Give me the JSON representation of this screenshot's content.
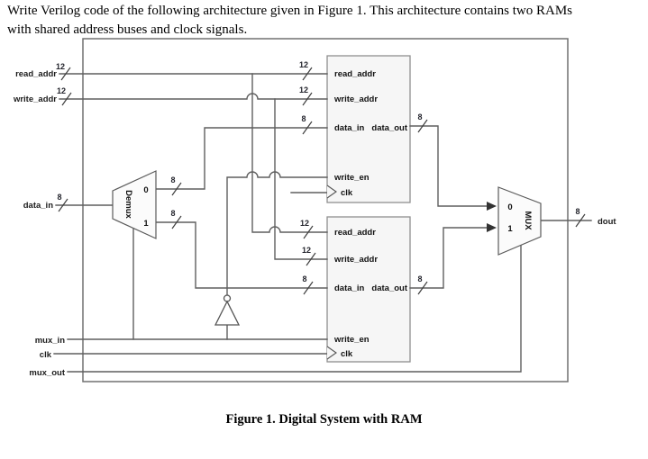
{
  "header": {
    "line1": "Write Verilog code of the following architecture given in Figure 1. This architecture contains two RAMs",
    "line2": "with shared address buses and clock signals."
  },
  "caption": "Figure 1. Digital System with RAM",
  "signals": {
    "read_addr": "read_addr",
    "write_addr": "write_addr",
    "data_in": "data_in",
    "mux_in": "mux_in",
    "clk": "clk",
    "mux_out": "mux_out",
    "dout": "dout"
  },
  "bus": {
    "w12": "12",
    "w8": "8"
  },
  "demux": {
    "label": "Demux",
    "out0": "0",
    "out1": "1"
  },
  "mux": {
    "label": "MUX",
    "in0": "0",
    "in1": "1"
  },
  "ram1": {
    "pins": {
      "read_addr": "read_addr",
      "write_addr": "write_addr",
      "data_in": "data_in",
      "data_out": "data_out",
      "write_en": "write_en",
      "clk": "clk"
    }
  },
  "ram2": {
    "pins": {
      "read_addr": "read_addr",
      "write_addr": "write_addr",
      "data_in": "data_in",
      "data_out": "data_out",
      "write_en": "write_en",
      "clk": "clk"
    }
  }
}
